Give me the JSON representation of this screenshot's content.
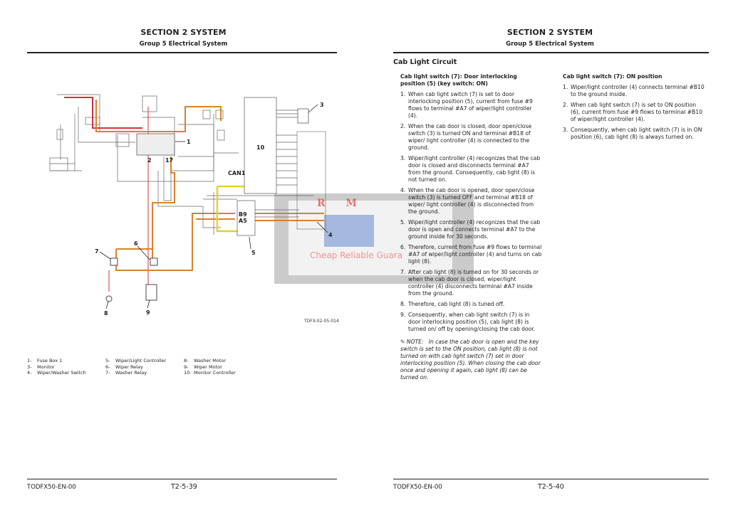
{
  "left_page": {
    "section": "SECTION 2 SYSTEM",
    "group": "Group 5 Electrical System",
    "diagram": {
      "code": "TDFX-02-05-014",
      "labels": [
        "1",
        "2",
        "17",
        "3",
        "4",
        "5",
        "6",
        "7",
        "8",
        "9",
        "10",
        "CAN1",
        "B9",
        "A5"
      ]
    },
    "legend": [
      {
        "n": "1-",
        "t": "Fuse Box 1"
      },
      {
        "n": "5-",
        "t": "Wiper/Light Controller"
      },
      {
        "n": "8-",
        "t": "Washer Motor"
      },
      {
        "n": "3-",
        "t": "Monitor"
      },
      {
        "n": "6-",
        "t": "Wiper Relay"
      },
      {
        "n": "9-",
        "t": "Wiper Motor"
      },
      {
        "n": "4-",
        "t": "Wiper/Washer Switch"
      },
      {
        "n": "7-",
        "t": "Washer Relay"
      },
      {
        "n": "10-",
        "t": "Monitor Controller"
      }
    ],
    "footer_code": "TODFX50-EN-00",
    "page": "T2-5-39"
  },
  "right_page": {
    "section": "SECTION 2 SYSTEM",
    "group": "Group 5 Electrical System",
    "title": "Cab Light Circuit",
    "col1_heading": "Cab light switch (7): Door interlocking position (5) (key switch: ON)",
    "col1_items": [
      "When cab light switch (7) is set to door interlocking position (5), current from fuse #9 flows to terminal #A7 of wiper/light controller (4).",
      "When the cab door is closed, door open/close switch (3) is turned ON and terminal #B18 of wiper/ light controller (4) is connected to the ground.",
      "Wiper/light controller (4) recognizes that the cab door is closed and disconnects terminal #A7 from the ground. Consequently, cab light (8) is not turned on.",
      "When the cab door is opened, door open/close switch (3) is turned OFF and terminal #B18 of wiper/ light controller (4) is disconnected from the ground.",
      "Wiper/light controller (4) recognizes that the cab door is open and connects terminal #A7 to the ground inside for 30 seconds.",
      "Therefore, current from fuse #9 flows to terminal #A7 of wiper/light controller (4) and turns on cab light (8).",
      "After cab light (8) is turned on for 30 seconds or when the cab door is closed, wiper/light controller (4) disconnects terminal #A7 inside from the ground.",
      "Therefore, cab light (8) is tuned off.",
      "Consequently, when cab light switch (7) is in door interlocking position (5), cab light (8) is turned on/ off by opening/closing the cab door."
    ],
    "note_label": "NOTE:",
    "note": "In case the cab door is open and the key switch is set to the ON position, cab light (8) is not turned on with cab light switch (7) set in door interlocking position (5). When closing the cab door once and opening it again, cab light (8) can be turned on.",
    "col2_heading": "Cab light switch (7): ON position",
    "col2_items": [
      "Wiper/light controller (4) connects terminal #B10 to the ground inside.",
      "When cab light switch (7) is set to ON position (6), current from fuse #9 flows to terminal #B10 of wiper/light controller (4).",
      "Consequently, when cab light switch (7) is in ON position (6), cab light (8) is always turned on."
    ],
    "footer_code": "TODFX50-EN-00",
    "page": "T2-5-40"
  },
  "watermark": {
    "brand": "R M",
    "tagline": "Cheap Reliable Guara"
  },
  "colors": {
    "red": "#d9303a",
    "orange": "#d9822b",
    "yellow": "#e3d22a",
    "wire": "#555555"
  }
}
